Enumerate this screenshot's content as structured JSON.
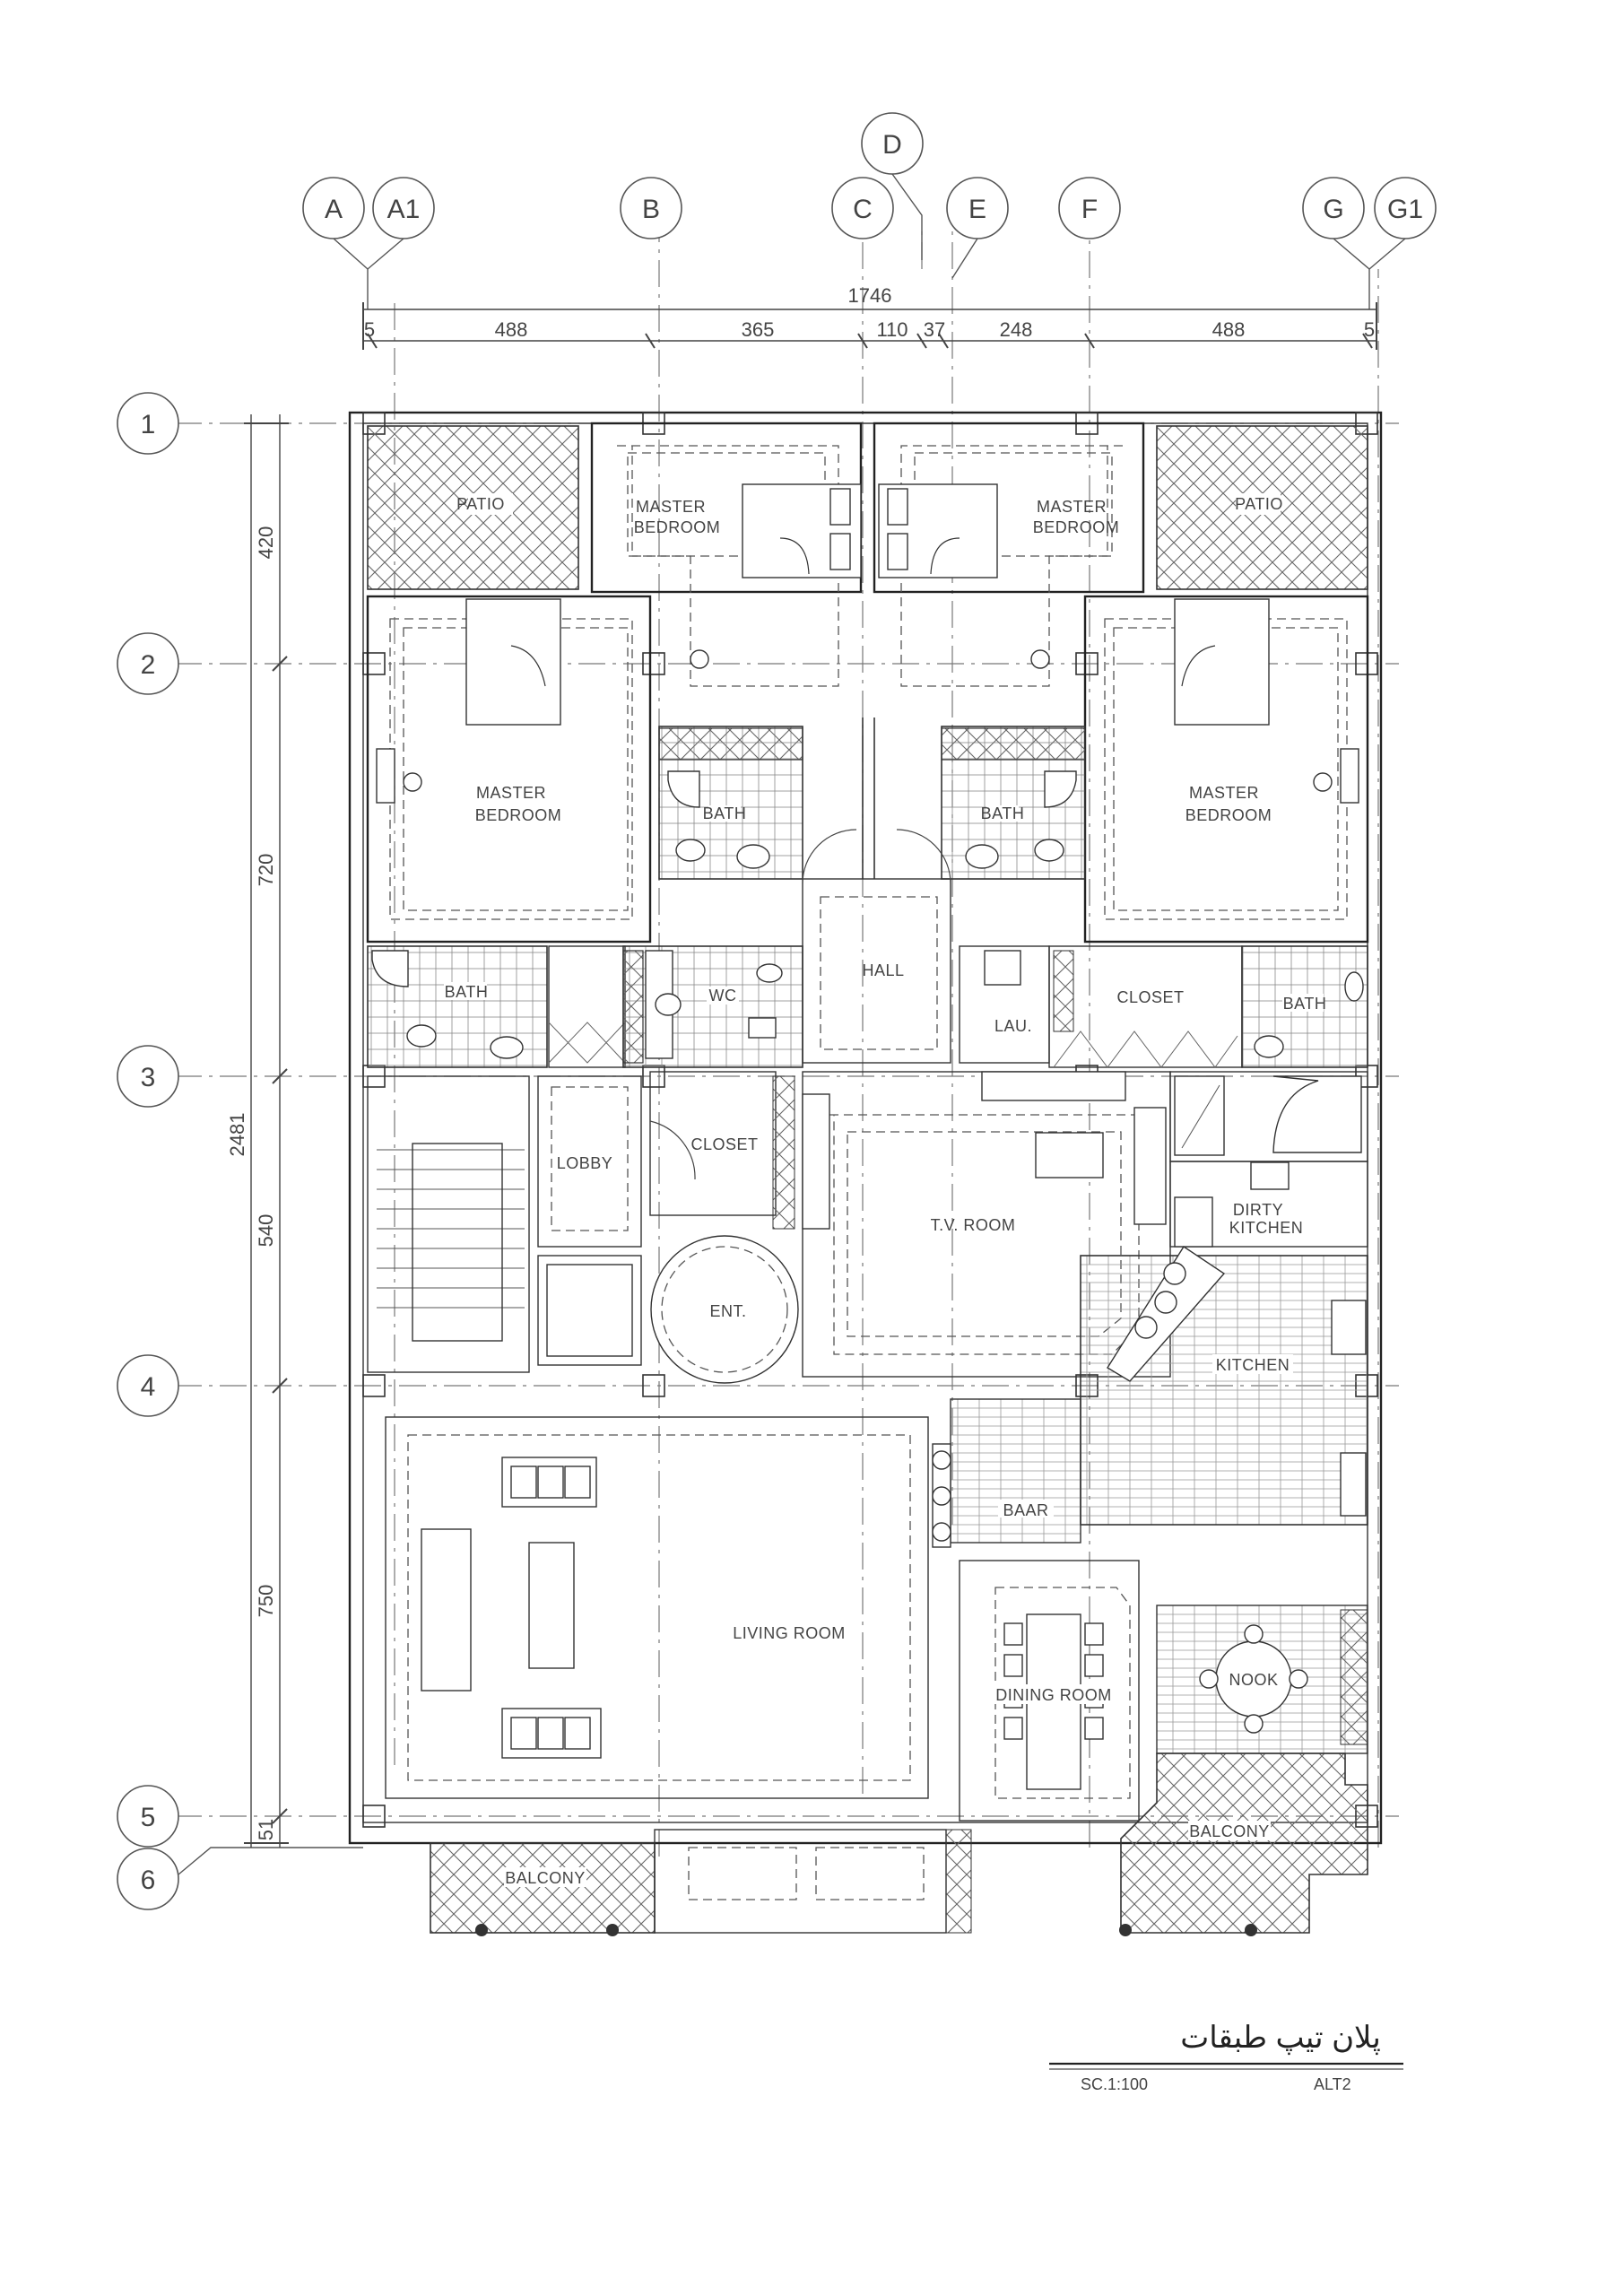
{
  "grid_columns": [
    "A",
    "A1",
    "B",
    "C",
    "D",
    "E",
    "F",
    "G",
    "G1"
  ],
  "grid_rows": [
    "1",
    "2",
    "3",
    "4",
    "5",
    "6"
  ],
  "dimensions": {
    "overall_width": "1746",
    "top_segments": [
      "5",
      "488",
      "365",
      "110",
      "37",
      "248",
      "488",
      "5"
    ],
    "overall_height": "2481",
    "side_segments": [
      "420",
      "720",
      "540",
      "750",
      "51"
    ]
  },
  "rooms": {
    "patio_left": "PATIO",
    "patio_right": "PATIO",
    "master_bedroom_top_left": [
      "MASTER",
      "BEDROOM"
    ],
    "master_bedroom_top_right": [
      "MASTER",
      "BEDROOM"
    ],
    "master_bedroom_left": [
      "MASTER",
      "BEDROOM"
    ],
    "master_bedroom_right": [
      "MASTER",
      "BEDROOM"
    ],
    "bath_center_left": "BATH",
    "bath_center_right": "BATH",
    "bath_left": "BATH",
    "bath_right": "BATH",
    "wc": "WC",
    "hall": "HALL",
    "laundry": "LAU.",
    "closet_right": "CLOSET",
    "closet_lobby": "CLOSET",
    "lobby": "LOBBY",
    "entrance": "ENT.",
    "tv_room": "T.V. ROOM",
    "dirty_kitchen": [
      "DIRTY",
      "KITCHEN"
    ],
    "kitchen": "KITCHEN",
    "baar": "BAAR",
    "living_room": "LIVING ROOM",
    "dining_room": "DINING ROOM",
    "nook": "NOOK",
    "balcony_left": "BALCONY",
    "balcony_right": "BALCONY"
  },
  "title_block": {
    "title": "پلان تیپ طبقات",
    "scale": "SC.1:100",
    "alternative": "ALT2"
  }
}
